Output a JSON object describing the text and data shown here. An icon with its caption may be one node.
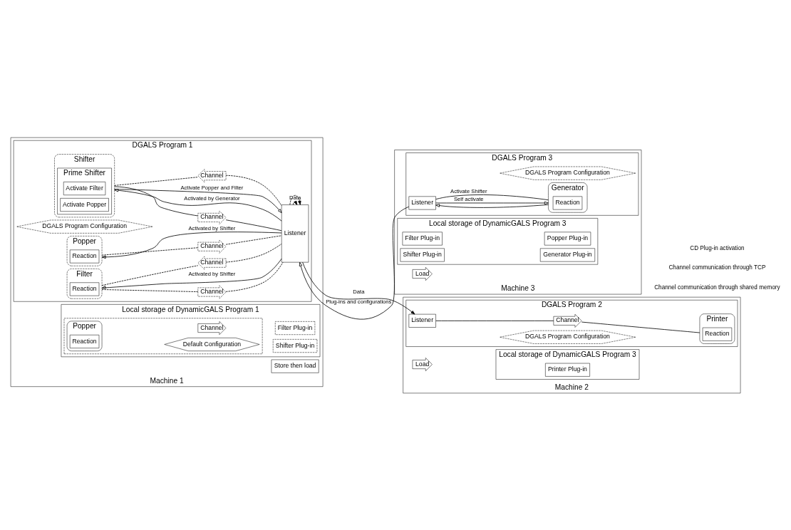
{
  "diagram": {
    "nodes": [
      {
        "text": [
          "Machine 1"
        ]
      },
      {
        "text": [
          "DGALS Program 1"
        ],
        "in": 0
      },
      {
        "text": [
          "DGALS Program Configuration"
        ],
        "in": 1
      },
      {
        "text": [
          "Shifter"
        ],
        "in": 1
      },
      {
        "text": [
          "Prime Shifter"
        ],
        "in": 3
      },
      {
        "text": [
          "Activate Filter"
        ],
        "in": 4
      },
      {
        "text": [
          "Activate Popper"
        ],
        "in": 4
      },
      {
        "text": [
          "Channel"
        ],
        "in": 1
      },
      {
        "text": [
          "Channel"
        ],
        "in": 1
      },
      {
        "text": [
          "Popper"
        ],
        "in": 1
      },
      {
        "text": [
          "Reaction"
        ],
        "in": 9
      },
      {
        "text": [
          "Channel"
        ],
        "in": 1
      },
      {
        "text": [
          "Filter"
        ],
        "in": 1
      },
      {
        "text": [
          "Reaction"
        ],
        "in": 12
      },
      {
        "text": [
          "Channel"
        ],
        "in": 1
      },
      {
        "text": [
          "Channel"
        ],
        "in": 1
      },
      {
        "text": [
          "Listener"
        ],
        "in": 1
      },
      {
        "text": [
          "Store then load"
        ],
        "in": 0
      },
      {
        "text": [
          "Local storage of DynamicGALS Program 1"
        ],
        "in": 0
      },
      {
        "text": [],
        "shape": "box",
        "in": 18
      },
      {
        "text": [
          "Popper"
        ],
        "in": 19
      },
      {
        "text": [
          "Reaction"
        ],
        "in": 20
      },
      {
        "text": [
          "Channel"
        ],
        "in": 19
      },
      {
        "text": [
          "Default Configuration"
        ],
        "in": 19
      },
      {
        "text": [
          "Filter Plug-in"
        ],
        "in": 18
      },
      {
        "text": [
          "Shifter Plug-in"
        ],
        "in": 18
      },
      {
        "text": [
          "Machine 3"
        ]
      },
      {
        "text": [
          "DGALS Program 3"
        ],
        "in": 26
      },
      {
        "text": [
          "Listener"
        ],
        "in": 27
      },
      {
        "text": [
          "Generator"
        ],
        "in": 27
      },
      {
        "text": [
          "Reaction"
        ],
        "in": 29
      },
      {
        "text": [
          "DGALS Program Configuration"
        ],
        "in": 27
      },
      {
        "text": [
          "Load"
        ],
        "in": 26
      },
      {
        "text": [
          "Local storage of DynamicGALS Program 3"
        ],
        "in": 26
      },
      {
        "text": [
          "Filter Plug-in"
        ],
        "in": 33
      },
      {
        "text": [
          "Popper Plug-in"
        ],
        "in": 33
      },
      {
        "text": [
          "Shifter Plug-in"
        ],
        "in": 33
      },
      {
        "text": [
          "Generator Plug-in"
        ],
        "in": 33
      },
      {
        "text": [
          "Machine 2"
        ]
      },
      {
        "text": [
          "DGALS Program 2"
        ],
        "in": 38
      },
      {
        "text": [
          "DGALS Program Configuration"
        ],
        "in": 39
      },
      {
        "text": [
          "Listener"
        ],
        "in": 39
      },
      {
        "text": [
          "Channel"
        ],
        "in": 39
      },
      {
        "text": [
          "Printer"
        ],
        "in": 39
      },
      {
        "text": [
          "Reaction"
        ],
        "in": 43
      },
      {
        "text": [
          "Load"
        ],
        "in": 38
      },
      {
        "text": [
          "Local storage of DynamicGALS Program 3"
        ],
        "in": 38
      },
      {
        "text": [
          "Printer Plug-in"
        ],
        "in": 46
      }
    ],
    "edges": [
      {
        "from": 16,
        "to": 3,
        "arrow": "to",
        "label": "Activated by Generator"
      },
      {
        "from": 3,
        "to": 7,
        "arrow": "none"
      },
      {
        "from": 7,
        "to": 16,
        "arrow": "none"
      },
      {
        "from": 16,
        "to": 8,
        "arrow": "none",
        "style": "dashed"
      },
      {
        "from": 8,
        "to": 3,
        "arrow": "none",
        "style": "dashed"
      },
      {
        "from": 3,
        "to": 16,
        "arrow": "to",
        "label": "Activate Popper and Filter"
      },
      {
        "from": 16,
        "to": 9,
        "arrow": "to",
        "label": "Activated by Shifter"
      },
      {
        "from": 9,
        "to": 11,
        "arrow": "none",
        "style": "dashed"
      },
      {
        "from": 11,
        "to": 16,
        "arrow": "none",
        "style": "dashed"
      },
      {
        "from": 16,
        "to": 14,
        "arrow": "none",
        "style": "dashed"
      },
      {
        "from": 14,
        "to": 12,
        "arrow": "none",
        "style": "dashed"
      },
      {
        "from": 12,
        "to": 15,
        "arrow": "none",
        "style": "dashed"
      },
      {
        "from": 15,
        "to": 16,
        "arrow": "none",
        "style": "dashed"
      },
      {
        "from": 16,
        "to": 12,
        "arrow": "to",
        "label": "Activated by Shifter"
      },
      {
        "from": 16,
        "to": 16,
        "arrow": "to",
        "style": "dashed",
        "label": "Data"
      },
      {
        "from": 16,
        "to": 16,
        "arrow": "to",
        "style": "dashed"
      },
      {
        "from": 28,
        "to": 16,
        "arrow": "to",
        "label": "Plug-ins and configurations"
      },
      {
        "from": 29,
        "to": 28,
        "arrow": "to"
      },
      {
        "from": 28,
        "to": 29,
        "arrow": "to",
        "label": "Self activate"
      },
      {
        "from": 29,
        "to": 28,
        "arrow": "none",
        "label": "Activate Shifter"
      },
      {
        "from": 16,
        "to": 41,
        "arrow": "to",
        "label": "Data"
      },
      {
        "from": 41,
        "to": 42,
        "arrow": "none"
      },
      {
        "from": 42,
        "to": 43,
        "arrow": "none"
      }
    ],
    "legend": [
      {
        "text": "CD Plug-in activation"
      },
      {
        "text": "Channel communication through TCP"
      },
      {
        "text": "Channel communication through shared memory"
      }
    ]
  }
}
